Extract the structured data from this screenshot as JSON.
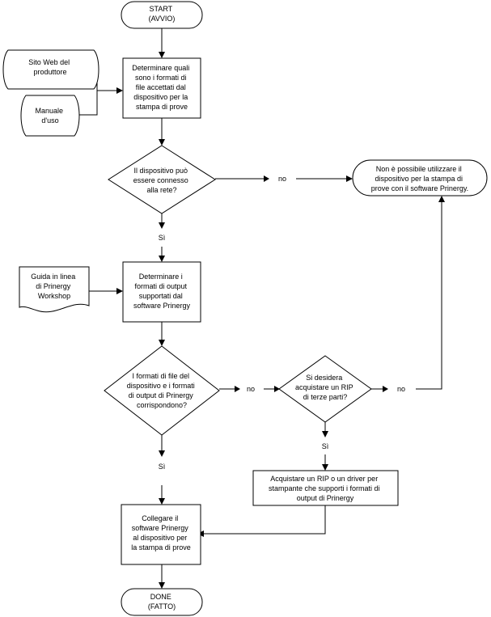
{
  "nodes": {
    "start": {
      "lines": [
        "START",
        "(AVVIO)"
      ]
    },
    "website": {
      "lines": [
        "Sito Web del",
        "produttore"
      ]
    },
    "manual": {
      "lines": [
        "Manuale",
        "d'uso"
      ]
    },
    "determine_formats": {
      "lines": [
        "Determinare quali",
        "sono i formati di",
        "file accettati dal",
        "dispositivo per la",
        "stampa di prove"
      ]
    },
    "network_decision": {
      "lines": [
        "Il dispositivo può",
        "essere connesso",
        "alla rete?"
      ]
    },
    "not_possible": {
      "lines": [
        "Non è possibile utilizzare il",
        "dispositivo per la stampa di",
        "prove con il software Prinergy."
      ]
    },
    "online_help": {
      "lines": [
        "Guida in linea",
        "di Prinergy",
        "Workshop"
      ]
    },
    "determine_output": {
      "lines": [
        "Determinare i",
        "formati di output",
        "supportati dal",
        "software Prinergy"
      ]
    },
    "formats_decision": {
      "lines": [
        "I formati di file del",
        "dispositivo e i formati",
        "di output di Prinergy",
        "corrispondono?"
      ]
    },
    "rip_decision": {
      "lines": [
        "Si desidera",
        "acquistare un RIP",
        "di terze parti?"
      ]
    },
    "buy_rip": {
      "lines": [
        "Acquistare un RIP o un driver per",
        "stampante che supporti i formati di",
        "output di Prinergy"
      ]
    },
    "connect": {
      "lines": [
        "Collegare il",
        "software Prinergy",
        "al dispositivo per",
        "la stampa di prove"
      ]
    },
    "done": {
      "lines": [
        "DONE",
        "(FATTO)"
      ]
    }
  },
  "labels": {
    "no_network": "no",
    "yes_network": "Sì",
    "no_formats": "no",
    "yes_formats": "Sì",
    "no_rip": "no",
    "yes_rip": "Sì"
  }
}
